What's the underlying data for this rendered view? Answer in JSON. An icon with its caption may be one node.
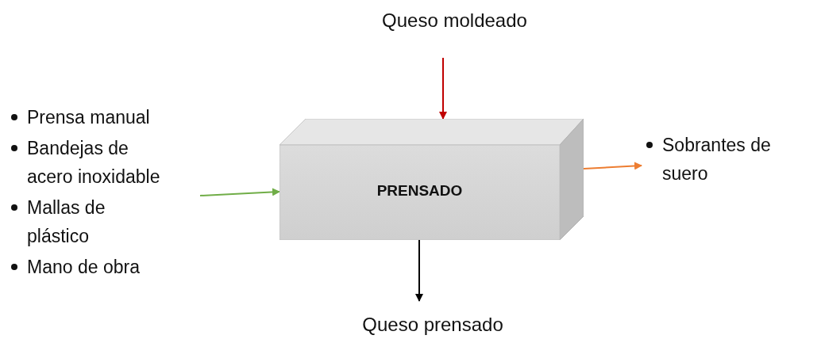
{
  "diagram": {
    "nodes": [
      {
        "text": [
          "Queso moldeado"
        ]
      },
      {
        "text": [
          "PRENSADO"
        ]
      },
      {
        "text": [
          "Prensa manual",
          "Bandejas de acero inoxidable",
          "Mallas de plástico",
          "Mano de obra"
        ]
      },
      {
        "text": [
          "Sobrantes de suero"
        ]
      },
      {
        "text": [
          "Queso prensado"
        ]
      }
    ],
    "edges": [
      {
        "from": 0,
        "to": 1,
        "arrow": "to",
        "color": "#c00000"
      },
      {
        "from": 2,
        "to": 1,
        "arrow": "to",
        "color": "#70ad47"
      },
      {
        "from": 1,
        "to": 3,
        "arrow": "to",
        "color": "#ed7d31"
      },
      {
        "from": 1,
        "to": 4,
        "arrow": "to",
        "color": "#000000"
      }
    ]
  }
}
